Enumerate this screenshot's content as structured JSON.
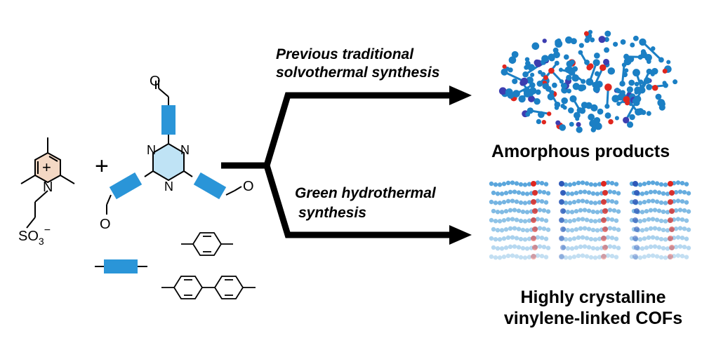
{
  "routes": {
    "top_line1": "Previous traditional",
    "top_line2": "solvothermal synthesis",
    "bottom_line1": "Green hydrothermal",
    "bottom_line2": "synthesis"
  },
  "products": {
    "top": "Amorphous products",
    "bottom_line1": "Highly crystalline",
    "bottom_line2": "vinylene-linked COFs"
  },
  "reagents": {
    "plus": "+",
    "nitrogen": "N",
    "sulfonate": "SO",
    "sulfonate_sub": "3",
    "sulfonate_sup": "−",
    "aldehyde_o": "O",
    "cation_mark": "+"
  },
  "colors": {
    "linker": "#2a95d8",
    "triazine_fill": "#bfe3f5",
    "pyridinium_fill": "#f4d8c4",
    "arrow": "#000000",
    "amorphous_atom": "#1b7fc4",
    "oxygen": "#e0261e",
    "crystal_node": "#5aa6dc"
  }
}
